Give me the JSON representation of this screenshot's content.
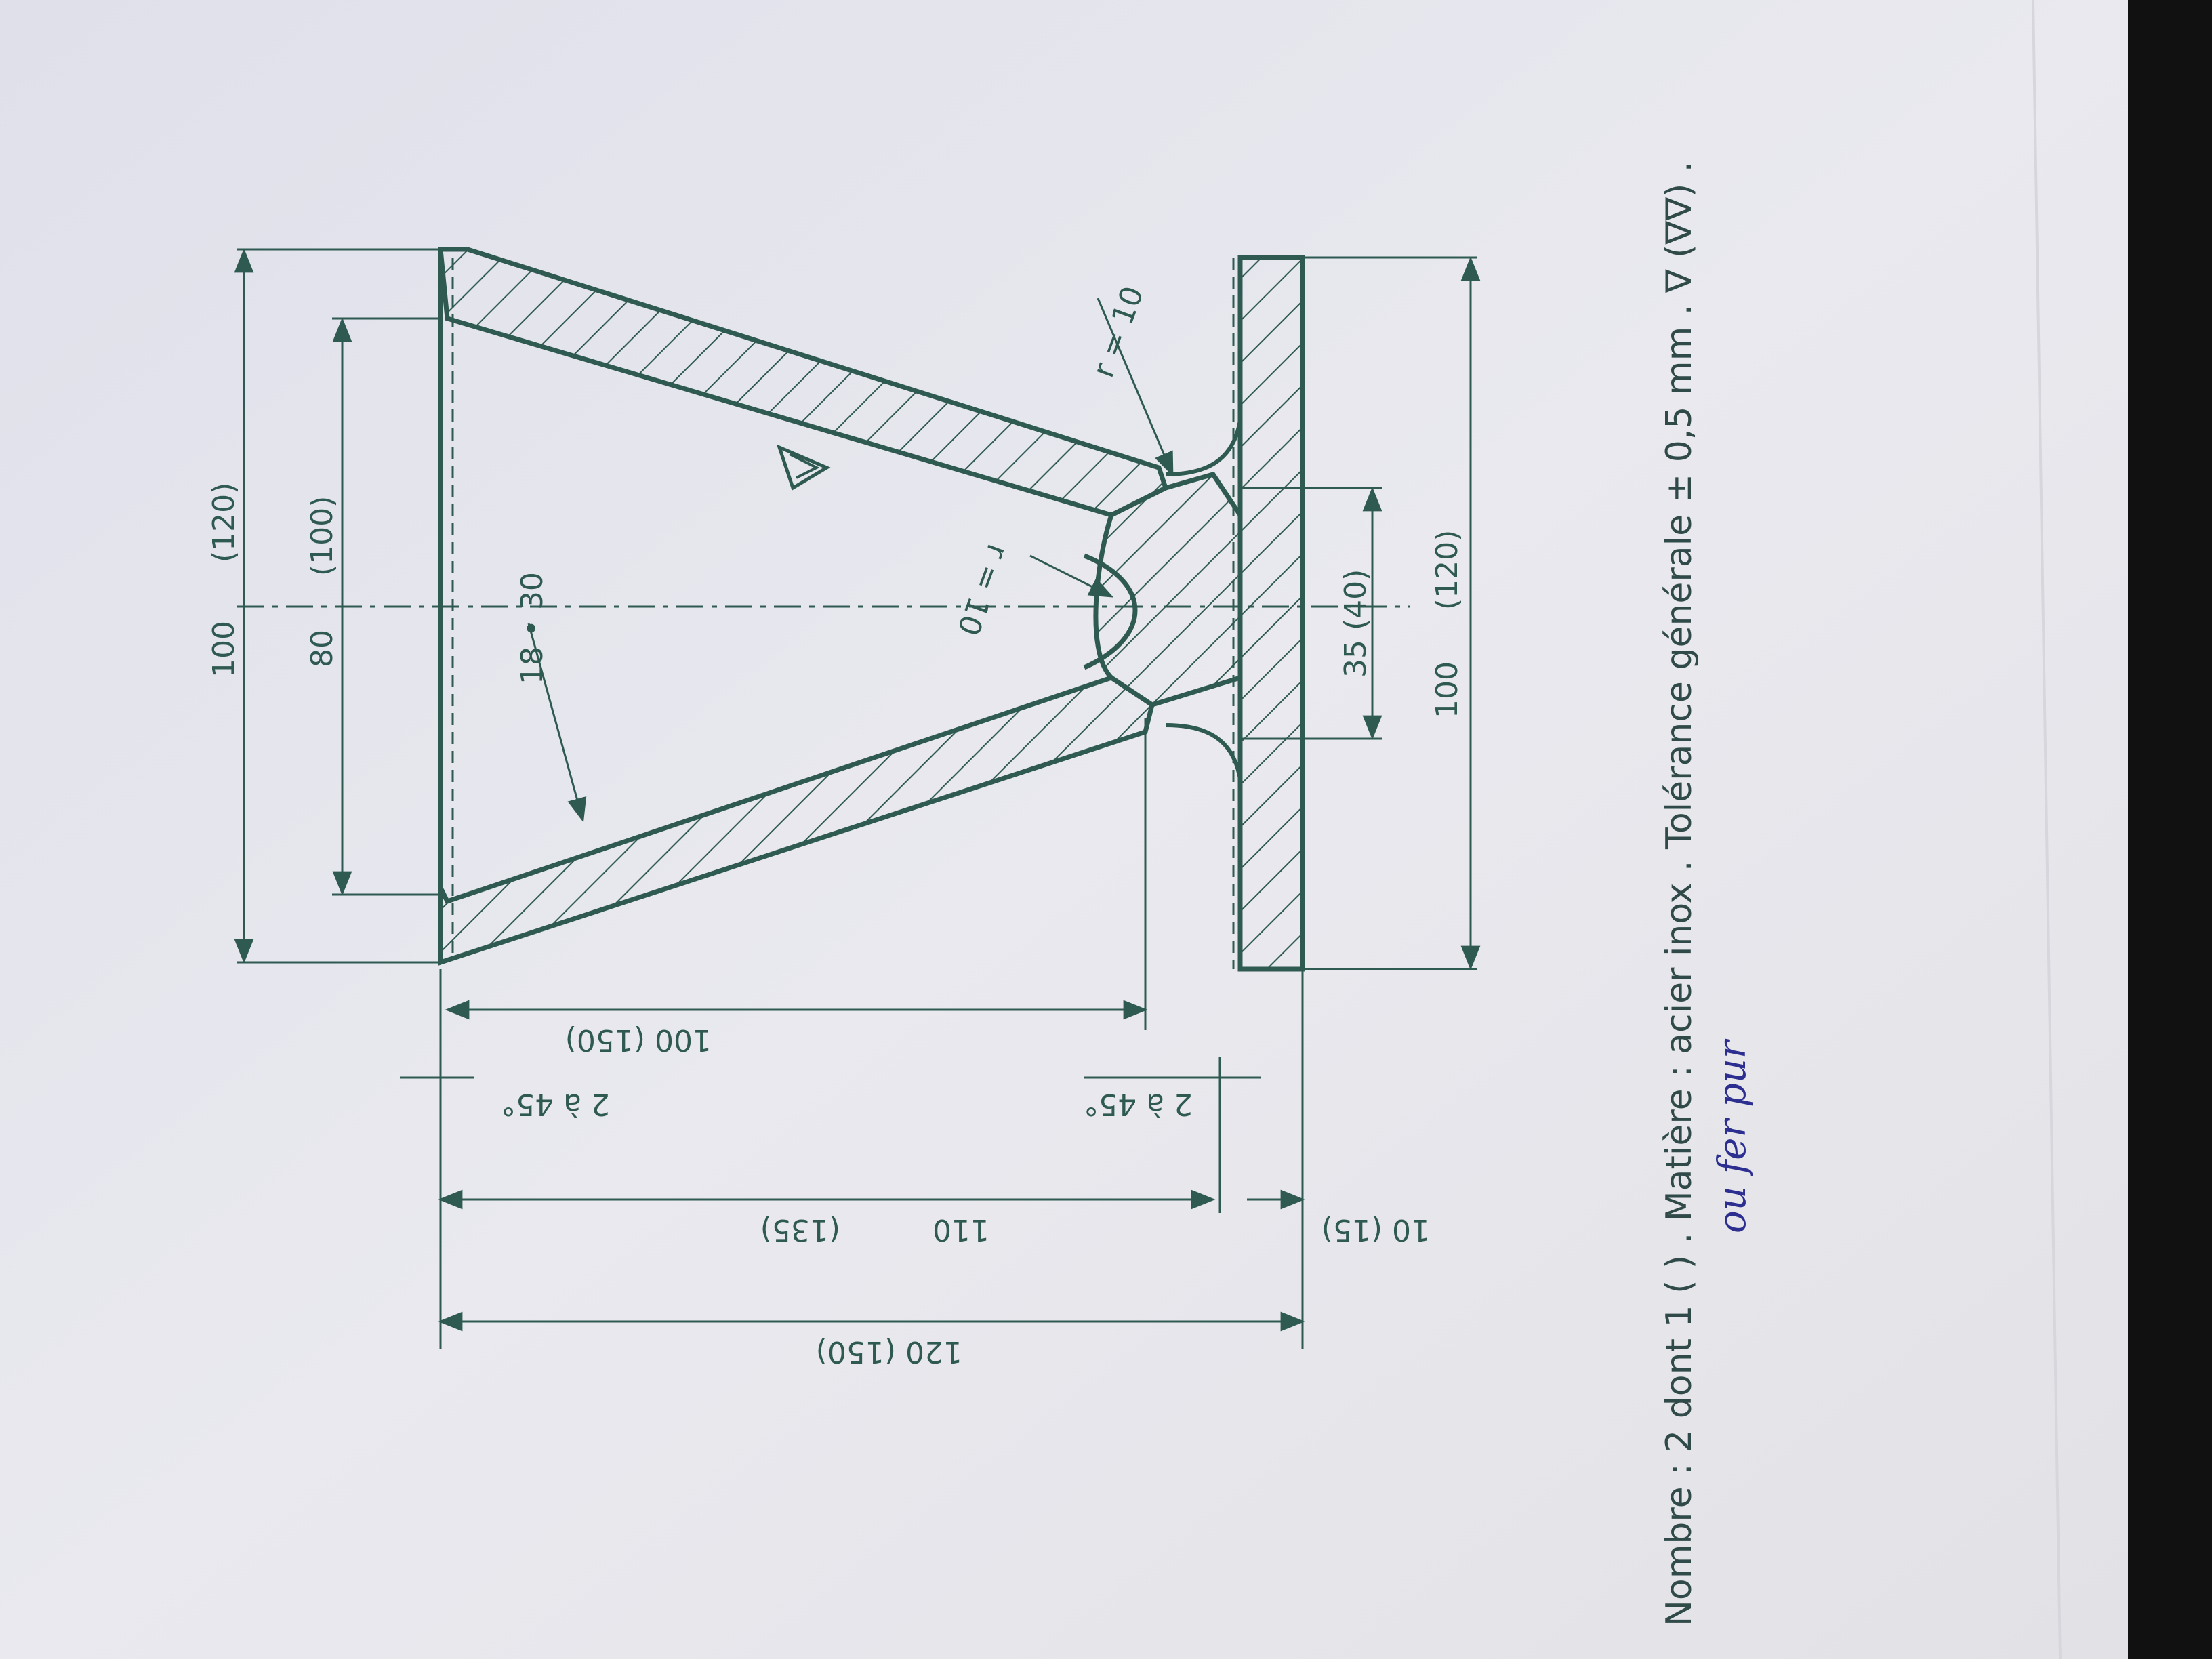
{
  "drawing": {
    "colors": {
      "paper": "#e8e8ee",
      "ink": "#2f5a52",
      "handwriting": "#2c2f8f",
      "edge_shadow": "#111111"
    },
    "dimensions": {
      "top_overall": "100",
      "top_overall_alt": "(120)",
      "inner_bore": "80",
      "inner_bore_alt": "(100)",
      "cone_length": "100 (150)",
      "chamfer_top": "2 à 45°",
      "chamfer_bottom": "2 à 45°",
      "mid_length": "110",
      "mid_length_alt": "(135)",
      "flange_thickness": "10 (15)",
      "total_length": "120 (150)",
      "cone_radius_label": "18 • 30",
      "fillet_inner": "r = 10",
      "fillet_outer": "r = 10",
      "neck_diameter": "35 (40)",
      "flange_diameter": "100",
      "flange_diameter_alt": "(120)"
    },
    "note": "Nombre : 2 dont 1 ( ) . Matière : acier inox . Tolérance générale ± 0,5 mm . ∇ (∇∇) .",
    "handwritten_annotation": "ou fer pur"
  }
}
